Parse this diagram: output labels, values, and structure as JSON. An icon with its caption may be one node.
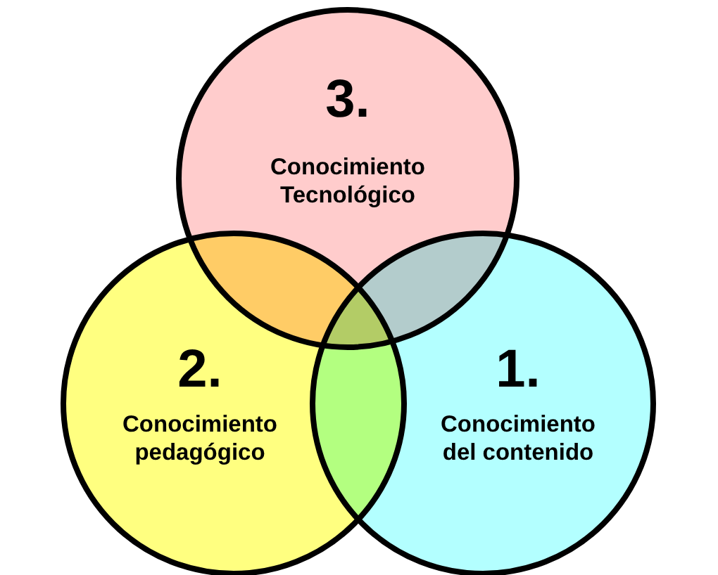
{
  "diagram": {
    "nodes": [
      {
        "text": [
          "3.",
          "Conocimiento Tecnológico"
        ]
      },
      {
        "text": [
          "2.",
          "Conocimiento pedagógico"
        ]
      },
      {
        "text": [
          "1.",
          "Conocimiento del contenido"
        ]
      }
    ]
  }
}
